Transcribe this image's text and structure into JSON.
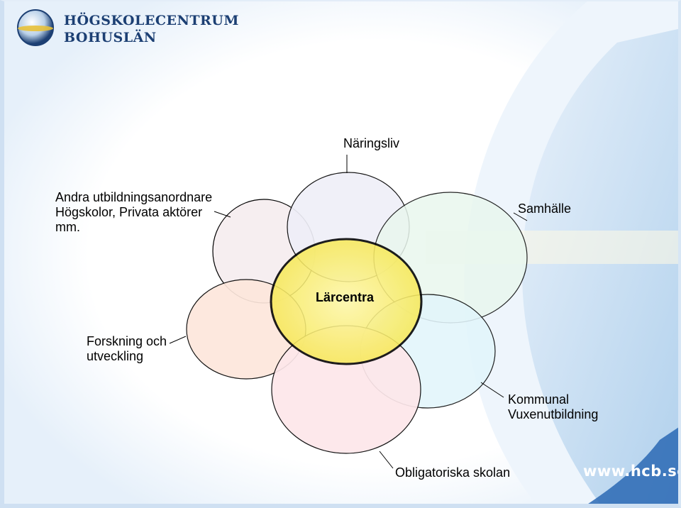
{
  "logo": {
    "line1": "HÖGSKOLECENTRUM",
    "line2": "BOHUSLÄN"
  },
  "center_label": "Lärcentra",
  "labels": {
    "naringsliv": "Näringsliv",
    "andra_line1": "Andra utbildningsanordnare",
    "andra_line2": "Högskolor, Privata aktörer",
    "andra_line3": "mm.",
    "samhalle": "Samhälle",
    "forskning_line1": "Forskning och",
    "forskning_line2": "utveckling",
    "kommunal_line1": "Kommunal",
    "kommunal_line2": "Vuxenutbildning",
    "obligatoriska": "Obligatoriska skolan"
  },
  "website": "www.hcb.se",
  "colors": {
    "center_fill": "#fef27a",
    "brand_blue": "#1c3f73",
    "petal_top": "#efeff8",
    "petal_topleft": "#f6eef0",
    "petal_topright": "#e9f7ee",
    "petal_left": "#fde7dc",
    "petal_bottomright": "#e2f5fb",
    "petal_bottom": "#fde7ea"
  }
}
